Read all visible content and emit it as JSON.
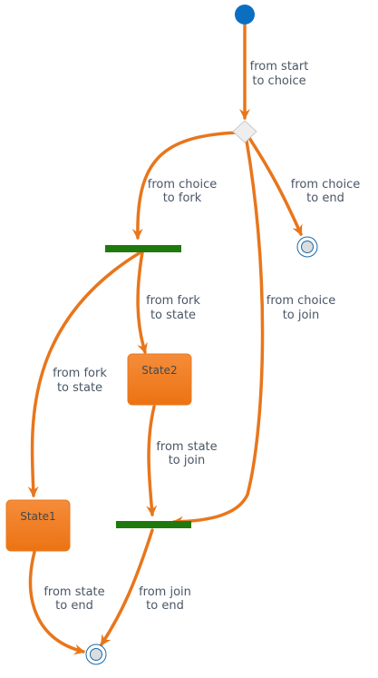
{
  "colors": {
    "edge": "#e8761c",
    "start_fill": "#0b6fc1",
    "end_fill": "#d9dde0",
    "end_ring": "#1a6aa8",
    "bar": "#1f7a0d",
    "choice_fill": "#eeeeee",
    "state_top": "#f58c3a",
    "state_bottom": "#ec7313",
    "label": "#4a5666"
  },
  "diagram": {
    "states": [
      {
        "id": "state2",
        "label": "State2"
      },
      {
        "id": "state1",
        "label": "State1"
      }
    ],
    "transitions": [
      {
        "id": "start-choice",
        "lines": [
          "from start",
          "to choice"
        ]
      },
      {
        "id": "choice-fork",
        "lines": [
          "from choice",
          "to fork"
        ]
      },
      {
        "id": "choice-end",
        "lines": [
          "from choice",
          "to end"
        ]
      },
      {
        "id": "fork-state2",
        "lines": [
          "from fork",
          "to state"
        ]
      },
      {
        "id": "choice-join",
        "lines": [
          "from choice",
          "to join"
        ]
      },
      {
        "id": "fork-state1",
        "lines": [
          "from fork",
          "to state"
        ]
      },
      {
        "id": "state2-join",
        "lines": [
          "from state",
          "to join"
        ]
      },
      {
        "id": "state1-end",
        "lines": [
          "from state",
          "to end"
        ]
      },
      {
        "id": "join-end",
        "lines": [
          "from join",
          "to end"
        ]
      }
    ]
  }
}
